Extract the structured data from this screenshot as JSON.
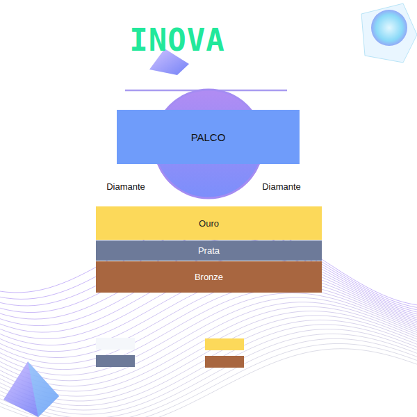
{
  "diagram": {
    "title": "INOVA",
    "nodes": [
      {
        "text": [
          "PALCO"
        ]
      },
      {
        "text": [
          "Ouro"
        ]
      },
      {
        "text": [
          "Prata"
        ]
      },
      {
        "text": [
          "Bronze"
        ]
      }
    ],
    "labels": [
      "Diamante",
      "Diamante"
    ]
  }
}
